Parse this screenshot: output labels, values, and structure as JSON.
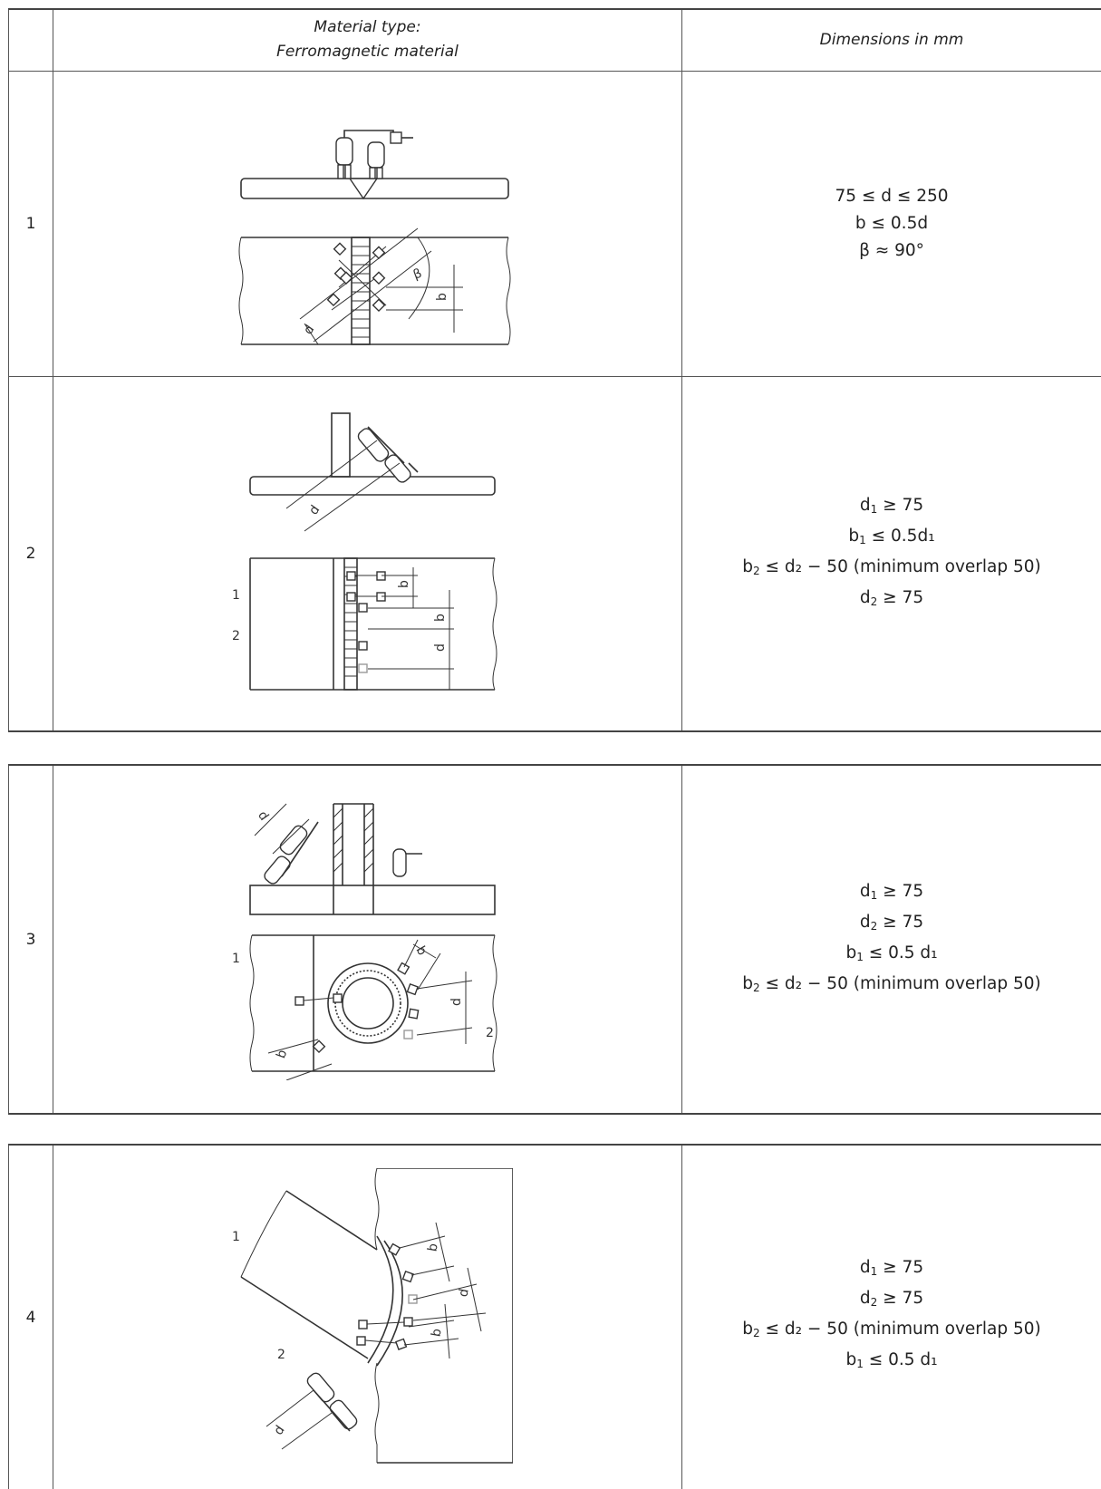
{
  "header": {
    "material_line1": "Material type:",
    "material_line2": "Ferromagnetic material",
    "dimensions": "Dimensions in mm"
  },
  "rows": [
    {
      "number": "1",
      "figure": "figure-1",
      "dims": [
        {
          "a": "75 ≤ d ≤ 250",
          "b": "",
          "c": ""
        },
        {
          "a": "b ≤ 0.5d",
          "b": "",
          "c": ""
        },
        {
          "a": "β ≈ 90°",
          "b": "",
          "c": ""
        }
      ]
    },
    {
      "number": "2",
      "figure": "figure-2",
      "labels": [
        "1",
        "2"
      ],
      "dims": [
        {
          "a": "d",
          "b": "1",
          "c": " ≥ 75"
        },
        {
          "a": "b",
          "b": "1",
          "c": " ≤ 0.5d₁"
        },
        {
          "a": "b",
          "b": "2",
          "c": " ≤ d₂ − 50 (minimum overlap 50)"
        },
        {
          "a": "d",
          "b": "2",
          "c": " ≥ 75"
        }
      ]
    },
    {
      "number": "3",
      "figure": "figure-3",
      "labels": [
        "1",
        "2"
      ],
      "dims": [
        {
          "a": "d",
          "b": "1",
          "c": " ≥ 75"
        },
        {
          "a": "d",
          "b": "2",
          "c": " ≥ 75"
        },
        {
          "a": "b",
          "b": "1",
          "c": " ≤ 0.5 d₁"
        },
        {
          "a": "b",
          "b": "2",
          "c": " ≤ d₂ − 50 (minimum overlap 50)"
        }
      ]
    },
    {
      "number": "4",
      "figure": "figure-4",
      "labels": [
        "1",
        "2"
      ],
      "dims": [
        {
          "a": "d",
          "b": "1",
          "c": " ≥ 75"
        },
        {
          "a": "d",
          "b": "2",
          "c": " ≥ 75"
        },
        {
          "a": "b",
          "b": "2",
          "c": " ≤ d₂ − 50 (minimum overlap 50)"
        },
        {
          "a": "b",
          "b": "1",
          "c": " ≤ 0.5 d₁"
        }
      ]
    }
  ]
}
